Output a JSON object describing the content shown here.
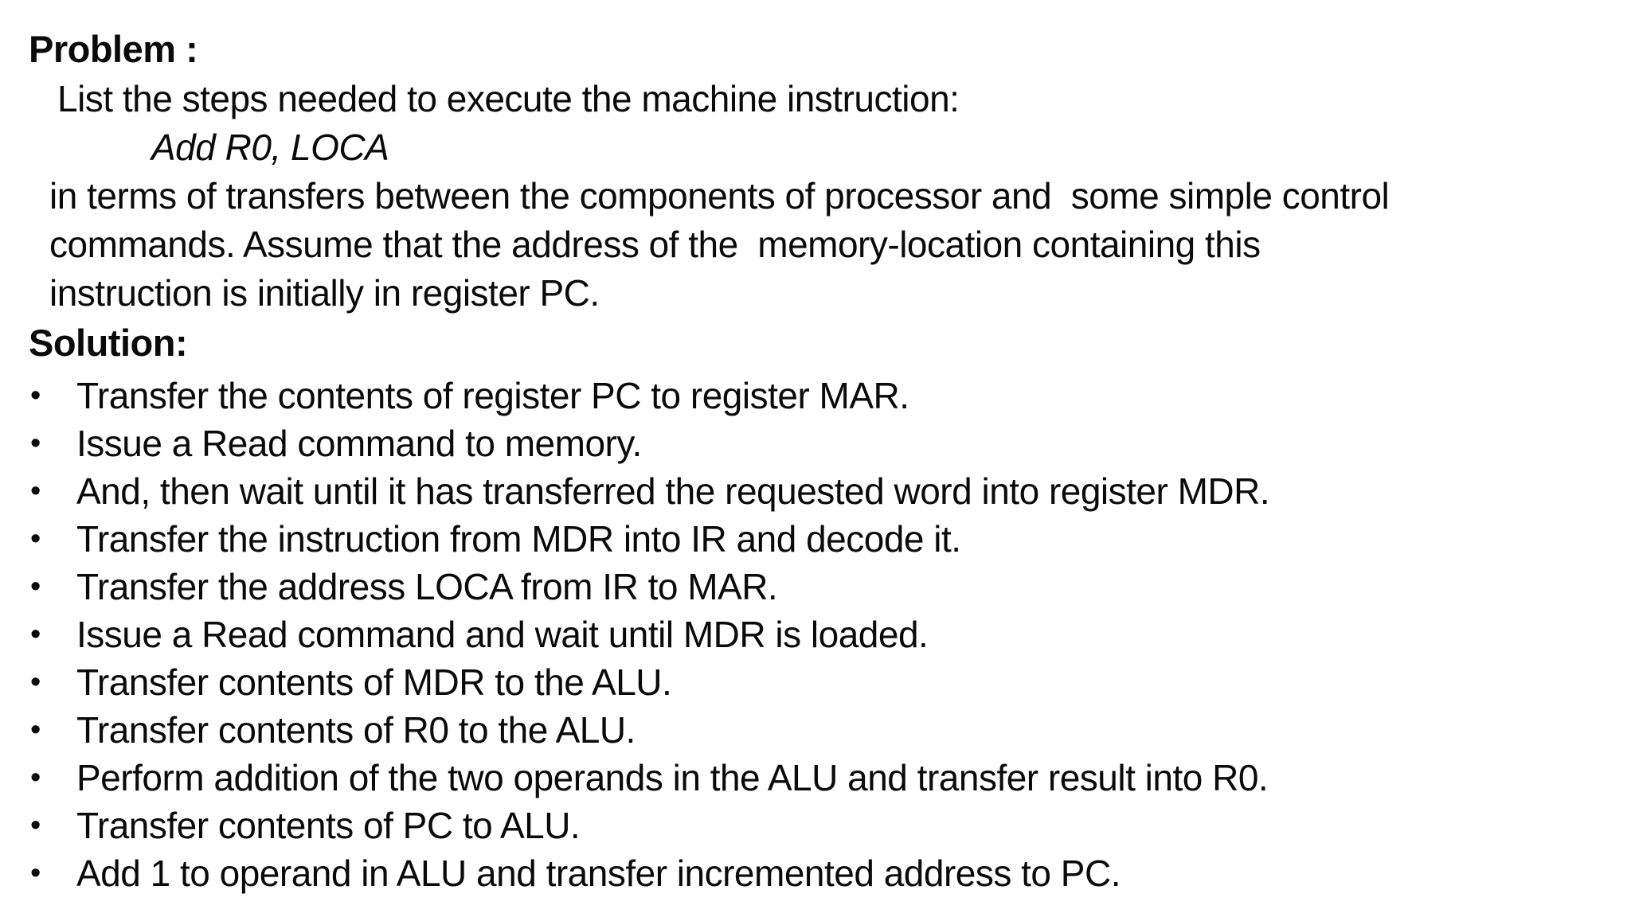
{
  "slide": {
    "problem": {
      "heading": "Problem :",
      "intro_line": "List the steps needed to execute the machine instruction:",
      "instruction_line": "Add R0, LOCA",
      "body_line_1": "in terms of transfers between the components of processor and  some simple control",
      "body_line_2": "commands. Assume that the address of the  memory-location containing this",
      "body_line_3": "instruction is initially in register PC."
    },
    "solution": {
      "heading": "Solution:",
      "bullet_glyph": "•",
      "steps": [
        "Transfer the contents of register PC to register MAR.",
        "Issue a Read command to memory.",
        "And, then wait until it has transferred the requested word into register MDR.",
        "Transfer the instruction from MDR into IR and decode it.",
        "Transfer the address LOCA from IR to MAR.",
        "Issue a Read command and wait until MDR is loaded.",
        "Transfer contents of MDR to the ALU.",
        "Transfer contents of R0 to the ALU.",
        "Perform addition of the two operands in the ALU and transfer result into R0.",
        "Transfer contents of PC to ALU.",
        "Add 1 to operand in ALU and transfer incremented address to PC."
      ]
    },
    "colors": {
      "background": "#ffffff",
      "text": "#0a0a0a"
    }
  }
}
